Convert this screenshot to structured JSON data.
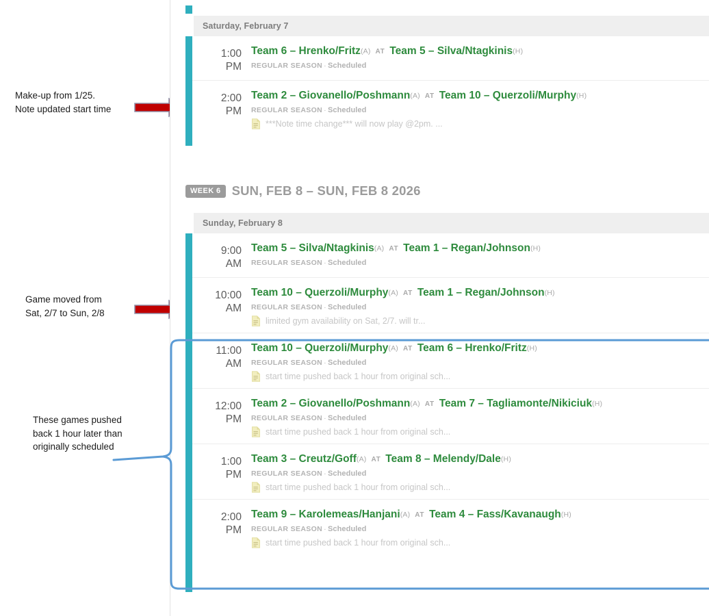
{
  "annotations": {
    "makeup_note": "Make-up from 1/25.\nNote updated start time",
    "moved_note": "Game moved from\nSat, 2/7 to Sun, 2/8",
    "pushed_note": "These games pushed\nback 1 hour later than\noriginally scheduled",
    "arrow_color": "#C00000",
    "bracket_color": "#5B9BD5"
  },
  "colors": {
    "accent_rail": "#2FAFBE",
    "team_green": "#2E8B3D",
    "week_badge_gray": "#9B9B9B",
    "day_header_bg": "#EFEFEF"
  },
  "week_header": {
    "badge": "WEEK 6",
    "range": "SUN, FEB 8 – SUN, FEB 8 2026"
  },
  "days": [
    {
      "header": "Saturday, February 7",
      "games": [
        {
          "time_hour": "1:00",
          "time_meridiem": "PM",
          "away_team": "Team 6 – Hrenko/Fritz",
          "away_flag": "(A)",
          "at": "AT",
          "home_team": "Team 5 – Silva/Ntagkinis",
          "home_flag": "(H)",
          "season": "REGULAR SEASON",
          "separator": "·",
          "status": "Scheduled",
          "note": null
        },
        {
          "time_hour": "2:00",
          "time_meridiem": "PM",
          "away_team": "Team 2 – Giovanello/Poshmann",
          "away_flag": "(A)",
          "at": "AT",
          "home_team": "Team 10 – Querzoli/Murphy",
          "home_flag": "(H)",
          "season": "REGULAR SEASON",
          "separator": "·",
          "status": "Scheduled",
          "note": "***Note time change*** will now play @2pm. ..."
        }
      ]
    },
    {
      "header": "Sunday, February 8",
      "games": [
        {
          "time_hour": "9:00",
          "time_meridiem": "AM",
          "away_team": "Team 5 – Silva/Ntagkinis",
          "away_flag": "(A)",
          "at": "AT",
          "home_team": "Team 1 – Regan/Johnson",
          "home_flag": "(H)",
          "season": "REGULAR SEASON",
          "separator": "·",
          "status": "Scheduled",
          "note": null
        },
        {
          "time_hour": "10:00",
          "time_meridiem": "AM",
          "away_team": "Team 10 – Querzoli/Murphy",
          "away_flag": "(A)",
          "at": "AT",
          "home_team": "Team 1 – Regan/Johnson",
          "home_flag": "(H)",
          "season": "REGULAR SEASON",
          "separator": "·",
          "status": "Scheduled",
          "note": "limited gym availability on Sat, 2/7. will tr..."
        },
        {
          "time_hour": "11:00",
          "time_meridiem": "AM",
          "away_team": "Team 10 – Querzoli/Murphy",
          "away_flag": "(A)",
          "at": "AT",
          "home_team": "Team 6 – Hrenko/Fritz",
          "home_flag": "(H)",
          "season": "REGULAR SEASON",
          "separator": "·",
          "status": "Scheduled",
          "note": "start time pushed back 1 hour from original sch..."
        },
        {
          "time_hour": "12:00",
          "time_meridiem": "PM",
          "away_team": "Team 2 – Giovanello/Poshmann",
          "away_flag": "(A)",
          "at": "AT",
          "home_team": "Team 7 – Tagliamonte/Nikiciuk",
          "home_flag": "(H)",
          "season": "REGULAR SEASON",
          "separator": "·",
          "status": "Scheduled",
          "note": "start time pushed back 1 hour from original sch..."
        },
        {
          "time_hour": "1:00",
          "time_meridiem": "PM",
          "away_team": "Team 3 – Creutz/Goff",
          "away_flag": "(A)",
          "at": "AT",
          "home_team": "Team 8 – Melendy/Dale",
          "home_flag": "(H)",
          "season": "REGULAR SEASON",
          "separator": "·",
          "status": "Scheduled",
          "note": "start time pushed back 1 hour from original sch..."
        },
        {
          "time_hour": "2:00",
          "time_meridiem": "PM",
          "away_team": "Team 9 – Karolemeas/Hanjani",
          "away_flag": "(A)",
          "at": "AT",
          "home_team": "Team 4 – Fass/Kavanaugh",
          "home_flag": "(H)",
          "season": "REGULAR SEASON",
          "separator": "·",
          "status": "Scheduled",
          "note": "start time pushed back 1 hour from original sch..."
        }
      ]
    }
  ]
}
